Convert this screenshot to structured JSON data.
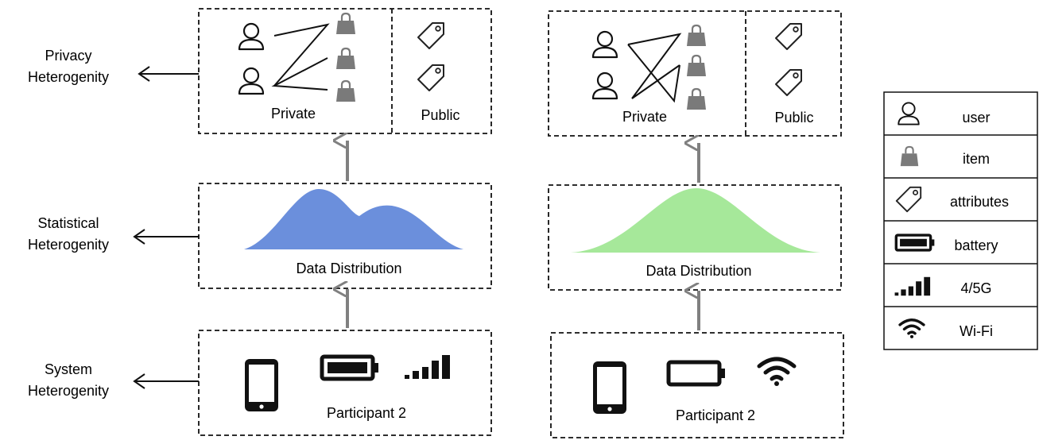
{
  "rows": [
    {
      "label_line1": "Privacy",
      "label_line2": "Heterogenity"
    },
    {
      "label_line1": "Statistical",
      "label_line2": "Heterogenity"
    },
    {
      "label_line1": "System",
      "label_line2": "Heterogenity"
    }
  ],
  "participants": [
    {
      "private_label": "Private",
      "public_label": "Public",
      "distribution_label": "Data Distribution",
      "distribution_color": "#6b8fdc",
      "participant_label": "Participant 2",
      "devices": [
        "phone-icon",
        "battery-full-icon",
        "signal-icon"
      ]
    },
    {
      "private_label": "Private",
      "public_label": "Public",
      "distribution_label": "Data Distribution",
      "distribution_color": "#a6e89a",
      "participant_label": "Participant 2",
      "devices": [
        "phone-icon",
        "battery-low-icon",
        "wifi-icon"
      ]
    }
  ],
  "legend": {
    "items": [
      {
        "icon": "user-icon",
        "label": "user"
      },
      {
        "icon": "item-bag-icon",
        "label": "item"
      },
      {
        "icon": "tag-icon",
        "label": "attributes"
      },
      {
        "icon": "battery-icon",
        "label": "battery"
      },
      {
        "icon": "signal-icon",
        "label": "4/5G"
      },
      {
        "icon": "wifi-icon",
        "label": "Wi-Fi"
      }
    ]
  },
  "colors": {
    "arrow_gray": "#808080",
    "bag_gray": "#7a7a7a",
    "line": "#111111"
  }
}
